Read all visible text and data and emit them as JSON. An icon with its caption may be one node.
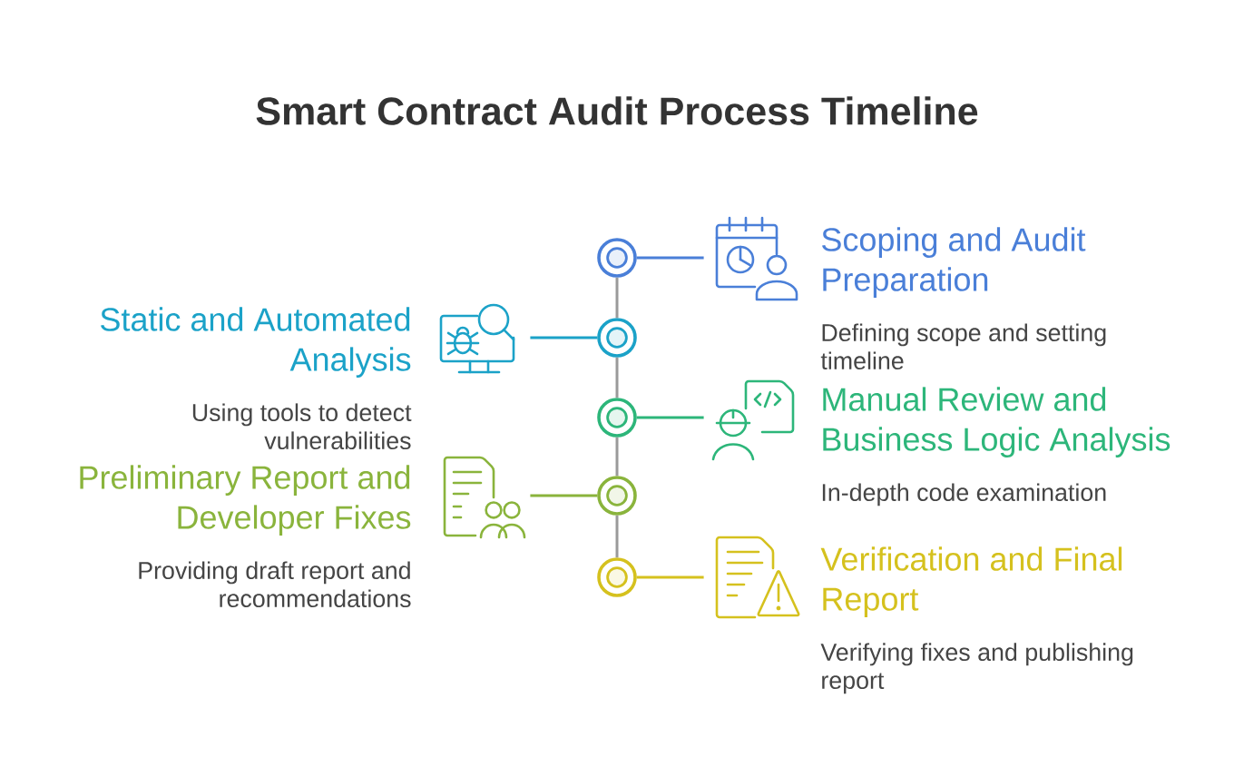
{
  "diagram": {
    "title": "Smart Contract Audit Process Timeline",
    "nodes": [
      {
        "text": [],
        "shape": "circle"
      },
      {
        "text": [],
        "shape": "picture",
        "beside": [
          "Scoping and Audit Preparation",
          "Defining scope and setting timeline"
        ]
      },
      {
        "text": [],
        "shape": "circle"
      },
      {
        "text": [],
        "shape": "picture",
        "beside": [
          "Static and Automated Analysis",
          "Using tools to detect vulnerabilities"
        ]
      },
      {
        "text": [],
        "shape": "circle"
      },
      {
        "text": [],
        "shape": "picture",
        "beside": [
          "Manual Review and Business Logic Analysis",
          "In-depth code examination"
        ]
      },
      {
        "text": [],
        "shape": "circle"
      },
      {
        "text": [],
        "shape": "picture",
        "beside": [
          "Preliminary Report and Developer Fixes",
          "Providing draft report and recommendations"
        ]
      },
      {
        "text": [],
        "shape": "circle"
      },
      {
        "text": [],
        "shape": "picture",
        "beside": [
          "Verification and Final Report",
          "Verifying fixes and publishing report"
        ]
      }
    ],
    "edges": [
      {
        "from": 0,
        "to": 2,
        "arrow": "none"
      },
      {
        "from": 2,
        "to": 4,
        "arrow": "none"
      },
      {
        "from": 4,
        "to": 6,
        "arrow": "none"
      },
      {
        "from": 6,
        "to": 8,
        "arrow": "none"
      },
      {
        "from": 0,
        "to": 1,
        "arrow": "none",
        "color": "#4a7fd8"
      },
      {
        "from": 2,
        "to": 3,
        "arrow": "none",
        "color": "#1ba2c8"
      },
      {
        "from": 4,
        "to": 5,
        "arrow": "none",
        "color": "#2db67a"
      },
      {
        "from": 6,
        "to": 7,
        "arrow": "none",
        "color": "#8ab43c"
      },
      {
        "from": 8,
        "to": 9,
        "arrow": "none",
        "color": "#d5c11e"
      }
    ]
  }
}
